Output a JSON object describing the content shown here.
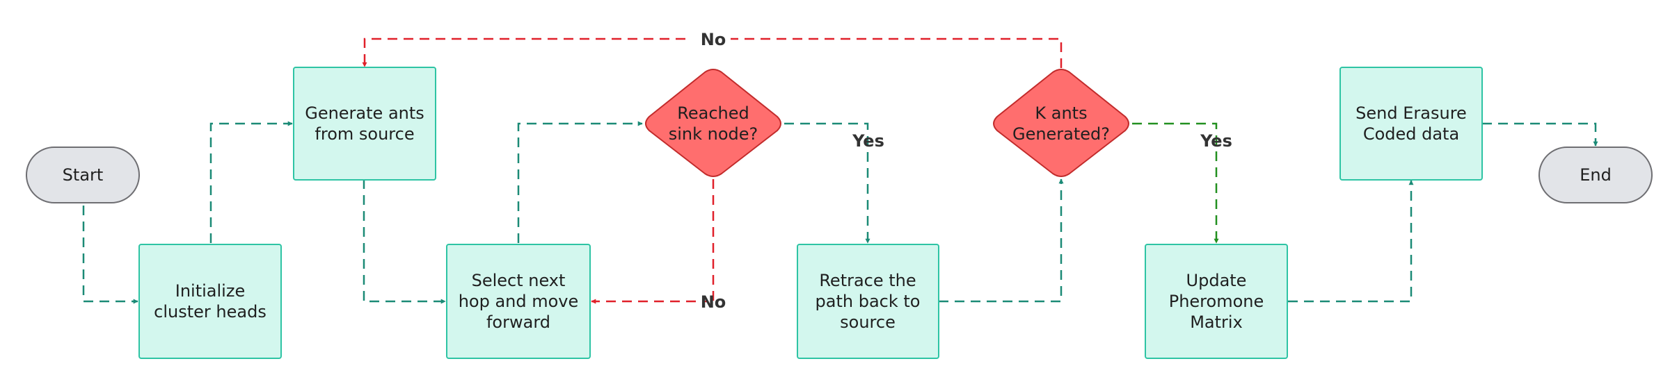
{
  "nodes": {
    "start": {
      "lines": [
        "Start"
      ]
    },
    "init": {
      "lines": [
        "Initialize",
        "cluster heads"
      ]
    },
    "gen": {
      "lines": [
        "Generate ants",
        "from source"
      ]
    },
    "select": {
      "lines": [
        "Select next",
        "hop and move",
        "forward"
      ]
    },
    "reached": {
      "lines": [
        "Reached",
        "sink node?"
      ]
    },
    "retrace": {
      "lines": [
        "Retrace the",
        "path back to",
        "source"
      ]
    },
    "kants": {
      "lines": [
        "K ants",
        "Generated?"
      ]
    },
    "update": {
      "lines": [
        "Update",
        "Pheromone",
        "Matrix"
      ]
    },
    "send": {
      "lines": [
        "Send Erasure",
        "Coded data"
      ]
    },
    "end": {
      "lines": [
        "End"
      ]
    }
  },
  "edge_labels": {
    "no_top": "No",
    "no_bottom": "No",
    "yes_reached": "Yes",
    "yes_kants": "Yes"
  },
  "colors": {
    "process_fill": "#d3f7ee",
    "process_stroke": "#2ec4a4",
    "decision_fill": "#ff6e6e",
    "decision_stroke": "#c22b2b",
    "terminal_fill": "#e2e4e8",
    "terminal_stroke": "#6e6e72",
    "edge_green": "#1b8a76",
    "edge_red": "#e0202a",
    "edge_lime": "#229020"
  }
}
